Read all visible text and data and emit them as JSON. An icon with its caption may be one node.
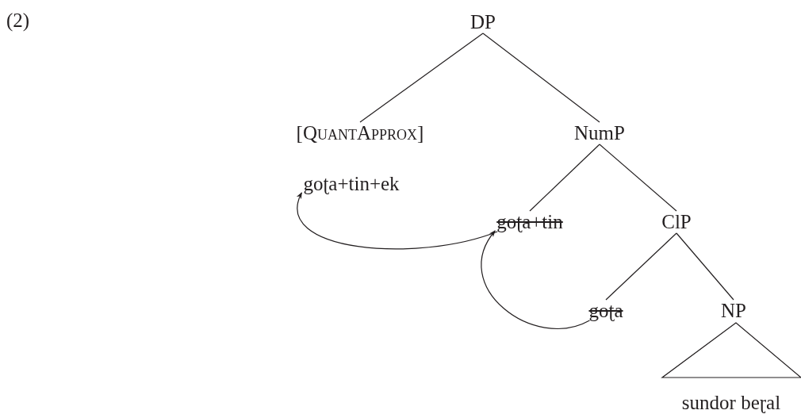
{
  "diagram": {
    "nodes": [
      {
        "text": [
          "DP"
        ]
      },
      {
        "text": [
          "[QuantApprox]"
        ]
      },
      {
        "text": [
          "NumP"
        ]
      },
      {
        "text": [
          "goʈa+tin+ek"
        ]
      },
      {
        "text": [
          "goʈa+tin"
        ]
      },
      {
        "text": [
          "ClP"
        ]
      },
      {
        "text": [
          "goʈa"
        ]
      },
      {
        "text": [
          "NP"
        ]
      },
      {
        "text": [
          "sundor beɽal"
        ]
      }
    ],
    "edges": [
      {
        "from": 0,
        "to": 1,
        "arrow": "none"
      },
      {
        "from": 0,
        "to": 2,
        "arrow": "none"
      },
      {
        "from": 2,
        "to": 4,
        "arrow": "none"
      },
      {
        "from": 2,
        "to": 5,
        "arrow": "none"
      },
      {
        "from": 5,
        "to": 6,
        "arrow": "none"
      },
      {
        "from": 5,
        "to": 7,
        "arrow": "none"
      },
      {
        "from": 7,
        "to": 8,
        "arrow": "none"
      },
      {
        "from": 4,
        "to": 3,
        "arrow": "to"
      },
      {
        "from": 6,
        "to": 4,
        "arrow": "to"
      }
    ],
    "labels": [
      "(2)"
    ]
  }
}
